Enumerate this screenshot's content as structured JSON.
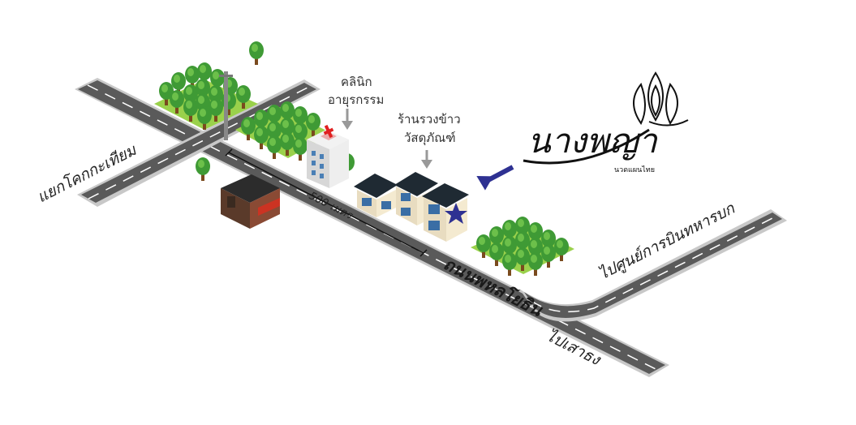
{
  "roads": {
    "west": "แยกโคกกะเทียม",
    "main": "ถนนพหลโยธิน",
    "east": "ไปศูนย์การบินทหารบก",
    "south": "ไปเสาธง"
  },
  "distance": "500 เมตร",
  "landmarks": {
    "clinic_line1": "คลินิก",
    "clinic_line2": "อายุรกรรม",
    "shop_line1": "ร้านรวงข้าว",
    "shop_line2": "วัสดุภัณฑ์"
  },
  "logo": {
    "name": "นางพญา",
    "subtitle": "นวดแผนไทย"
  },
  "colors": {
    "road": "#5a5a5a",
    "road_edge": "#c8c8c8",
    "grass": "#9ad14b",
    "tree": "#3f9a35",
    "arrow": "#2e3192",
    "star": "#2e3192",
    "clinic_cross": "#e02020"
  }
}
